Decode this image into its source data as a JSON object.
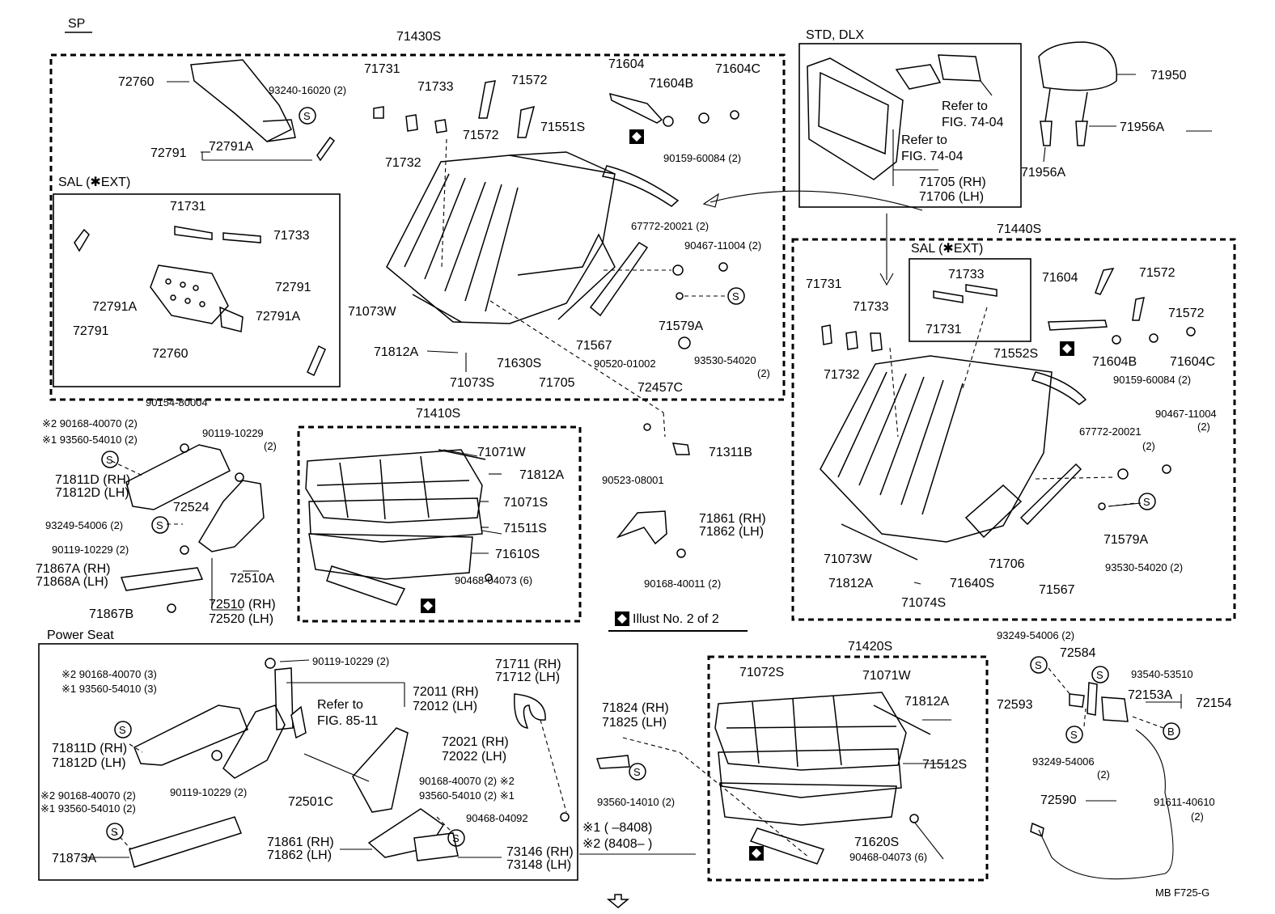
{
  "diagram": {
    "title": "SP",
    "groups": {
      "backrest_sp": "71430S",
      "std_dlx": "STD, DLX",
      "sal_ext_left": "SAL (✱EXT)",
      "sal_ext_right": "SAL (✱EXT)",
      "cushion_sp": "71410S",
      "backrest_sal": "71440S",
      "cushion_sal": "71420S",
      "power_seat": "Power Seat"
    },
    "labels": [
      {
        "id": "l1",
        "text": "72760"
      },
      {
        "id": "l2",
        "text": "93240-16020 (2)"
      },
      {
        "id": "l3",
        "text": "72791"
      },
      {
        "id": "l4",
        "text": "72791A"
      },
      {
        "id": "l5",
        "text": "71731"
      },
      {
        "id": "l6",
        "text": "71733"
      },
      {
        "id": "l7",
        "text": "71572"
      },
      {
        "id": "l8",
        "text": "71604"
      },
      {
        "id": "l9",
        "text": "71604B"
      },
      {
        "id": "l10",
        "text": "71604C"
      },
      {
        "id": "l11",
        "text": "71572"
      },
      {
        "id": "l12",
        "text": "71551S"
      },
      {
        "id": "l13",
        "text": "71732"
      },
      {
        "id": "l14",
        "text": "90159-60084 (2)"
      },
      {
        "id": "l15",
        "text": "71731"
      },
      {
        "id": "l16",
        "text": "71733"
      },
      {
        "id": "l17",
        "text": "72791A"
      },
      {
        "id": "l18",
        "text": "72791"
      },
      {
        "id": "l19",
        "text": "72791"
      },
      {
        "id": "l20",
        "text": "72791A"
      },
      {
        "id": "l21",
        "text": "72760"
      },
      {
        "id": "l22",
        "text": "67772-20021 (2)"
      },
      {
        "id": "l23",
        "text": "90467-11004 (2)"
      },
      {
        "id": "l24",
        "text": "71073W"
      },
      {
        "id": "l25",
        "text": "71579A"
      },
      {
        "id": "l26",
        "text": "71567"
      },
      {
        "id": "l27",
        "text": "90520-01002"
      },
      {
        "id": "l28",
        "text": "93530-54020"
      },
      {
        "id": "l29",
        "text": "(2)"
      },
      {
        "id": "l30",
        "text": "71812A"
      },
      {
        "id": "l31",
        "text": "71630S"
      },
      {
        "id": "l32",
        "text": "71073S"
      },
      {
        "id": "l33",
        "text": "71705"
      },
      {
        "id": "l34",
        "text": "72457C"
      },
      {
        "id": "l35",
        "text": "Refer to"
      },
      {
        "id": "l36",
        "text": "FIG. 74-04"
      },
      {
        "id": "l37",
        "text": "Refer to"
      },
      {
        "id": "l38",
        "text": "FIG. 74-04"
      },
      {
        "id": "l39",
        "text": "71705 (RH)"
      },
      {
        "id": "l40",
        "text": "71706 (LH)"
      },
      {
        "id": "l41",
        "text": "71950"
      },
      {
        "id": "l42",
        "text": "71956A"
      },
      {
        "id": "l43",
        "text": "71956A"
      },
      {
        "id": "l44",
        "text": "90154-80004"
      },
      {
        "id": "l45",
        "text": "※2 90168-40070 (2)"
      },
      {
        "id": "l46",
        "text": "※1 93560-54010 (2)"
      },
      {
        "id": "l47",
        "text": "90119-10229"
      },
      {
        "id": "l48",
        "text": "(2)"
      },
      {
        "id": "l49",
        "text": "71811D (RH)"
      },
      {
        "id": "l50",
        "text": "71812D (LH)"
      },
      {
        "id": "l51",
        "text": "72524"
      },
      {
        "id": "l52",
        "text": "93249-54006 (2)"
      },
      {
        "id": "l53",
        "text": "90119-10229 (2)"
      },
      {
        "id": "l54",
        "text": "71867A (RH)"
      },
      {
        "id": "l55",
        "text": "71868A (LH)"
      },
      {
        "id": "l56",
        "text": "72510A"
      },
      {
        "id": "l57",
        "text": "72510 (RH)"
      },
      {
        "id": "l58",
        "text": "72520 (LH)"
      },
      {
        "id": "l59",
        "text": "71867B"
      },
      {
        "id": "l60",
        "text": "71071W"
      },
      {
        "id": "l61",
        "text": "71812A"
      },
      {
        "id": "l62",
        "text": "71071S"
      },
      {
        "id": "l63",
        "text": "71511S"
      },
      {
        "id": "l64",
        "text": "71610S"
      },
      {
        "id": "l65",
        "text": "90468-04073 (6)"
      },
      {
        "id": "l66",
        "text": "71311B"
      },
      {
        "id": "l67",
        "text": "90523-08001"
      },
      {
        "id": "l68",
        "text": "71861 (RH)"
      },
      {
        "id": "l69",
        "text": "71862 (LH)"
      },
      {
        "id": "l70",
        "text": "90168-40011 (2)"
      },
      {
        "id": "l71",
        "text": "Illust No. 2 of 2"
      },
      {
        "id": "l72",
        "text": "71731"
      },
      {
        "id": "l73",
        "text": "71733"
      },
      {
        "id": "l74",
        "text": "71732"
      },
      {
        "id": "l75",
        "text": "71733"
      },
      {
        "id": "l76",
        "text": "71731"
      },
      {
        "id": "l77",
        "text": "71604"
      },
      {
        "id": "l78",
        "text": "71572"
      },
      {
        "id": "l79",
        "text": "71572"
      },
      {
        "id": "l80",
        "text": "71552S"
      },
      {
        "id": "l81",
        "text": "71604B"
      },
      {
        "id": "l82",
        "text": "71604C"
      },
      {
        "id": "l83",
        "text": "90159-60084 (2)"
      },
      {
        "id": "l84",
        "text": "90467-11004"
      },
      {
        "id": "l85",
        "text": "(2)"
      },
      {
        "id": "l86",
        "text": "67772-20021"
      },
      {
        "id": "l87",
        "text": "(2)"
      },
      {
        "id": "l88",
        "text": "71073W"
      },
      {
        "id": "l89",
        "text": "71579A"
      },
      {
        "id": "l90",
        "text": "93530-54020 (2)"
      },
      {
        "id": "l91",
        "text": "71706"
      },
      {
        "id": "l92",
        "text": "71812A"
      },
      {
        "id": "l93",
        "text": "71640S"
      },
      {
        "id": "l94",
        "text": "71567"
      },
      {
        "id": "l95",
        "text": "71074S"
      },
      {
        "id": "l96",
        "text": "90119-10229 (2)"
      },
      {
        "id": "l97",
        "text": "※2 90168-40070 (3)"
      },
      {
        "id": "l98",
        "text": "※1 93560-54010 (3)"
      },
      {
        "id": "l99",
        "text": "Refer to"
      },
      {
        "id": "l100",
        "text": "FIG. 85-11"
      },
      {
        "id": "l101",
        "text": "72011 (RH)"
      },
      {
        "id": "l102",
        "text": "72012 (LH)"
      },
      {
        "id": "l103",
        "text": "71711 (RH)"
      },
      {
        "id": "l104",
        "text": "71712 (LH)"
      },
      {
        "id": "l105",
        "text": "71811D (RH)"
      },
      {
        "id": "l106",
        "text": "71812D (LH)"
      },
      {
        "id": "l107",
        "text": "72021 (RH)"
      },
      {
        "id": "l108",
        "text": "72022 (LH)"
      },
      {
        "id": "l109",
        "text": "90119-10229 (2)"
      },
      {
        "id": "l110",
        "text": "72501C"
      },
      {
        "id": "l111",
        "text": "90168-40070 (2) ※2"
      },
      {
        "id": "l112",
        "text": "93560-54010 (2) ※1"
      },
      {
        "id": "l113",
        "text": "※2 90168-40070 (2)"
      },
      {
        "id": "l114",
        "text": "※1 93560-54010 (2)"
      },
      {
        "id": "l115",
        "text": "90468-04092"
      },
      {
        "id": "l116",
        "text": "71873A"
      },
      {
        "id": "l117",
        "text": "71861 (RH)"
      },
      {
        "id": "l118",
        "text": "71862 (LH)"
      },
      {
        "id": "l119",
        "text": "73146 (RH)"
      },
      {
        "id": "l120",
        "text": "73148 (LH)"
      },
      {
        "id": "l121",
        "text": "71824 (RH)"
      },
      {
        "id": "l122",
        "text": "71825 (LH)"
      },
      {
        "id": "l123",
        "text": "93560-14010 (2)"
      },
      {
        "id": "l124",
        "text": "※1 (      –8408)"
      },
      {
        "id": "l125",
        "text": "※2 (8408–      )"
      },
      {
        "id": "l126",
        "text": "71072S"
      },
      {
        "id": "l127",
        "text": "71071W"
      },
      {
        "id": "l128",
        "text": "71812A"
      },
      {
        "id": "l129",
        "text": "71512S"
      },
      {
        "id": "l130",
        "text": "71620S"
      },
      {
        "id": "l131",
        "text": "90468-04073 (6)"
      },
      {
        "id": "l132",
        "text": "93249-54006 (2)"
      },
      {
        "id": "l133",
        "text": "72584"
      },
      {
        "id": "l134",
        "text": "93540-53510"
      },
      {
        "id": "l135",
        "text": "72593"
      },
      {
        "id": "l136",
        "text": "72153A"
      },
      {
        "id": "l137",
        "text": "72154"
      },
      {
        "id": "l138",
        "text": "93249-54006"
      },
      {
        "id": "l139",
        "text": "(2)"
      },
      {
        "id": "l140",
        "text": "72590"
      },
      {
        "id": "l141",
        "text": "91611-40610"
      },
      {
        "id": "l142",
        "text": "(2)"
      }
    ],
    "symbols": {
      "standard": "S",
      "b": "B"
    },
    "footer": "MB  F725-G"
  }
}
